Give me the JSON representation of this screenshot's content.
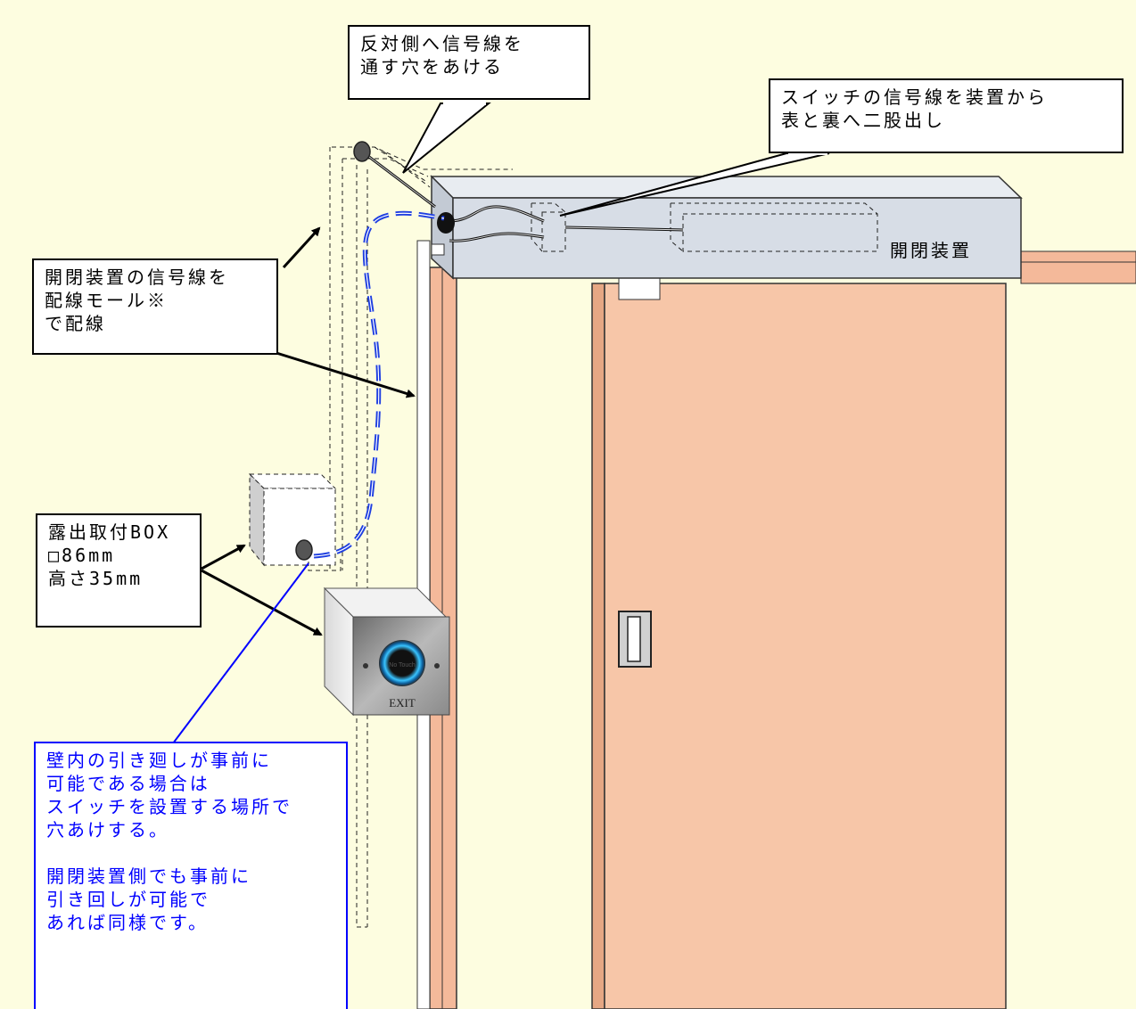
{
  "callouts": {
    "hole": "反対側へ信号線を\n通す穴をあける",
    "split": "スイッチの信号線を装置から\n表と裏へ二股出し",
    "molding": "開閉装置の信号線を\n配線モール※\nで配線",
    "box": "露出取付BOX\n□86mm\n高さ35mm",
    "note": "壁内の引き廻しが事前に\n可能である場合は\nスイッチを設置する場所で\n穴あけする。\n\n開閉装置側でも事前に\n引き回しが可能で\nあれば同様です。"
  },
  "device_label": "開閉装置",
  "switch": {
    "button_text": "No Touch",
    "plate_text": "EXIT"
  },
  "colors": {
    "wall": "#fdfde0",
    "door": "#f7c6a8",
    "frame": "#f4b99a",
    "closer": "#d7dde6",
    "wire_blue": "#1f3fe0",
    "note_blue": "#0000ff"
  }
}
